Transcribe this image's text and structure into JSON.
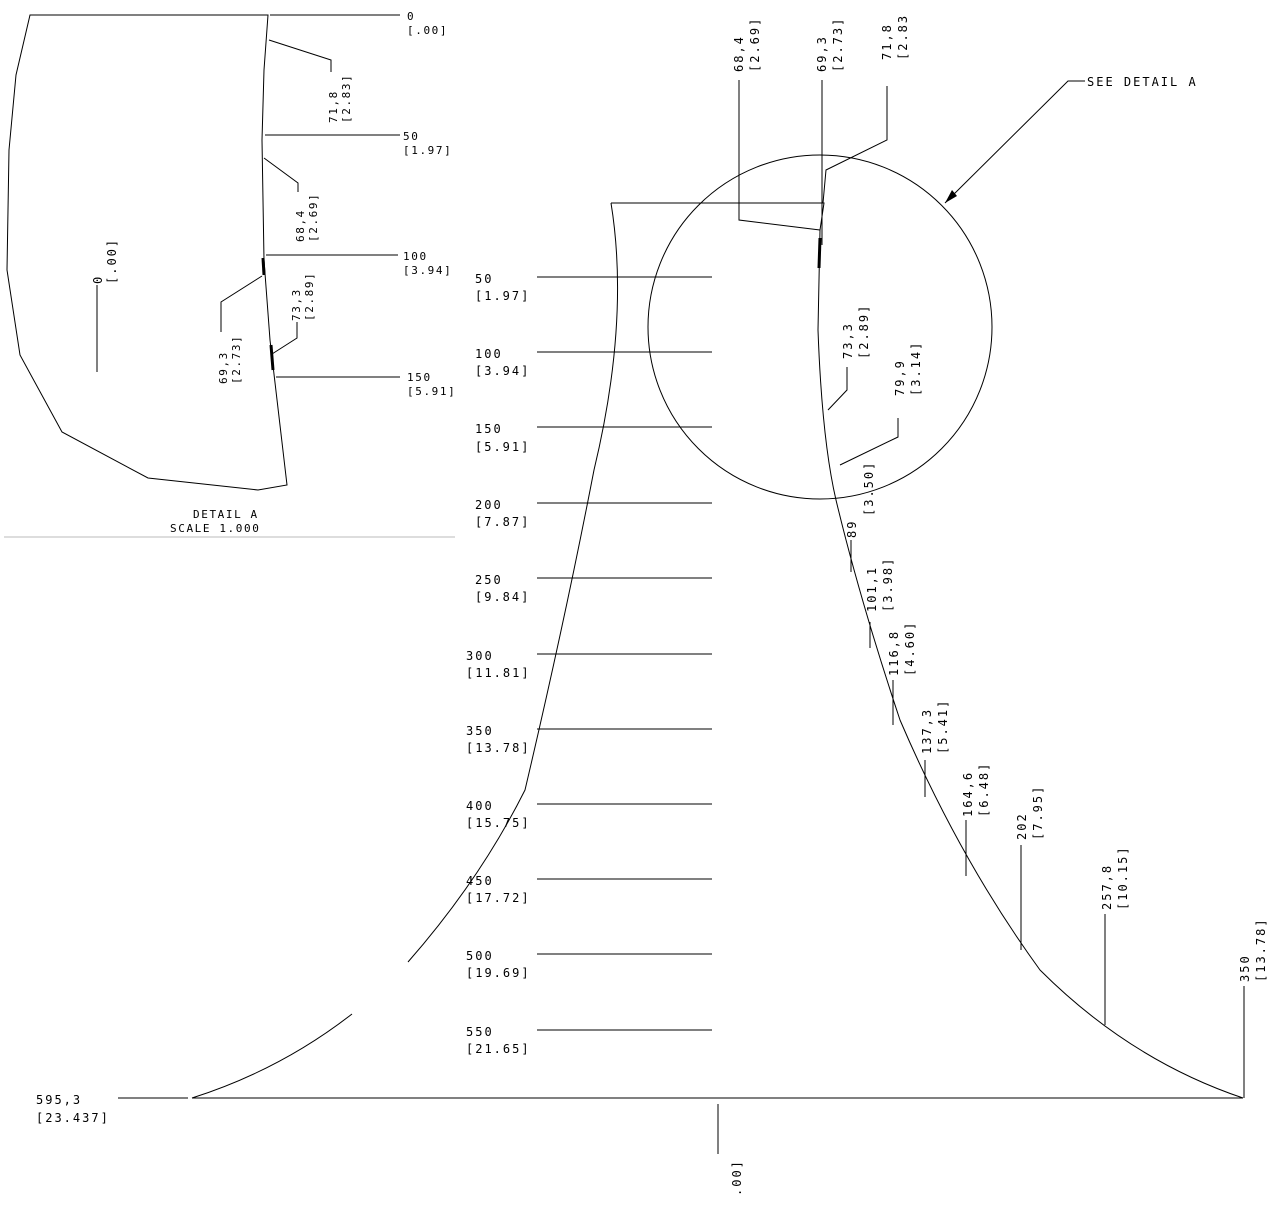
{
  "detail": {
    "title": "DETAIL  A",
    "scale": "SCALE  1.000",
    "center_mark": [
      "0",
      "[.00]"
    ],
    "stations": [
      {
        "main": "0",
        "sub": "[.00]"
      },
      {
        "main": "50",
        "sub": "[1.97]"
      },
      {
        "main": "100",
        "sub": "[3.94]"
      },
      {
        "main": "150",
        "sub": "[5.91]"
      }
    ],
    "callouts": [
      {
        "main": "71,8",
        "sub": "[2.83]"
      },
      {
        "main": "68,4",
        "sub": "[2.69]"
      },
      {
        "main": "73,3",
        "sub": "[2.89]"
      },
      {
        "main": "69,3",
        "sub": "[2.73]"
      }
    ]
  },
  "main_view": {
    "see_detail": "SEE DETAIL  A",
    "stations": [
      {
        "main": "50",
        "sub": "[1.97]"
      },
      {
        "main": "100",
        "sub": "[3.94]"
      },
      {
        "main": "150",
        "sub": "[5.91]"
      },
      {
        "main": "200",
        "sub": "[7.87]"
      },
      {
        "main": "250",
        "sub": "[9.84]"
      },
      {
        "main": "300",
        "sub": "[11.81]"
      },
      {
        "main": "350",
        "sub": "[13.78]"
      },
      {
        "main": "400",
        "sub": "[15.75]"
      },
      {
        "main": "450",
        "sub": "[17.72]"
      },
      {
        "main": "500",
        "sub": "[19.69]"
      },
      {
        "main": "550",
        "sub": "[21.65]"
      }
    ],
    "top_callouts": [
      {
        "main": "68,4",
        "sub": "[2.69]"
      },
      {
        "main": "69,3",
        "sub": "[2.73]"
      },
      {
        "main": "71,8",
        "sub": "[2.83"
      }
    ],
    "profile_callouts": [
      {
        "main": "73,3",
        "sub": "[2.89]"
      },
      {
        "main": "79,9",
        "sub": "[3.14]"
      },
      {
        "main": "89",
        "sub": "[3.50]"
      },
      {
        "main": "101,1",
        "sub": "[3.98]"
      },
      {
        "main": "116,8",
        "sub": "[4.60]"
      },
      {
        "main": "137,3",
        "sub": "[5.41]"
      },
      {
        "main": "164,6",
        "sub": "[6.48]"
      },
      {
        "main": "202",
        "sub": "[7.95]"
      },
      {
        "main": "257,8",
        "sub": "[10.15]"
      },
      {
        "main": "350",
        "sub": "[13.78]"
      }
    ],
    "overall_length": {
      "main": "595,3",
      "sub": "[23.437]"
    },
    "base_datum": ".00]"
  }
}
